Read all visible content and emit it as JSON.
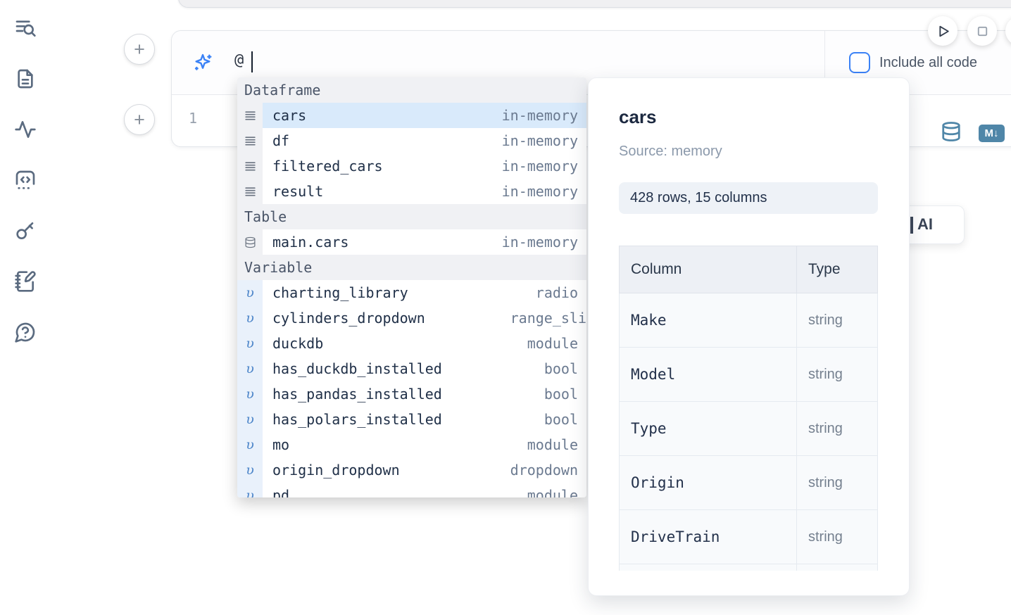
{
  "colors": {
    "accent_blue": "#3b82f6",
    "steel_blue": "#4f86a8",
    "selection_blue": "#d9eafb"
  },
  "sidebar": {
    "items": [
      {
        "icon": "list-search-icon"
      },
      {
        "icon": "file-text-icon"
      },
      {
        "icon": "activity-icon"
      },
      {
        "icon": "code-box-icon"
      },
      {
        "icon": "key-icon"
      },
      {
        "icon": "notebook-pen-icon"
      },
      {
        "icon": "help-chat-icon"
      }
    ]
  },
  "cell": {
    "add_above_label": "+",
    "add_below_label": "+",
    "ai_prompt": {
      "value": "@",
      "icon": "sparkles-icon"
    },
    "include_all_code": {
      "label": "Include all code",
      "checked": false
    },
    "line_number": "1",
    "markdown_badge": "M↓",
    "run_icon": "play-icon",
    "stop_icon": "square-icon",
    "database_icon": "database-icon"
  },
  "autocomplete": {
    "sections": [
      {
        "label": "Dataframe",
        "items": [
          {
            "icon": "dataframe-icon",
            "name": "cars",
            "type": "in-memory",
            "selected": true
          },
          {
            "icon": "dataframe-icon",
            "name": "df",
            "type": "in-memory"
          },
          {
            "icon": "dataframe-icon",
            "name": "filtered_cars",
            "type": "in-memory"
          },
          {
            "icon": "dataframe-icon",
            "name": "result",
            "type": "in-memory"
          }
        ]
      },
      {
        "label": "Table",
        "items": [
          {
            "icon": "database-icon",
            "name": "main.cars",
            "type": "in-memory"
          }
        ]
      },
      {
        "label": "Variable",
        "items": [
          {
            "icon": "variable-icon",
            "name": "charting_library",
            "type": "radio"
          },
          {
            "icon": "variable-icon",
            "name": "cylinders_dropdown",
            "type": "range_sli",
            "clip": true
          },
          {
            "icon": "variable-icon",
            "name": "duckdb",
            "type": "module"
          },
          {
            "icon": "variable-icon",
            "name": "has_duckdb_installed",
            "type": "bool"
          },
          {
            "icon": "variable-icon",
            "name": "has_pandas_installed",
            "type": "bool"
          },
          {
            "icon": "variable-icon",
            "name": "has_polars_installed",
            "type": "bool"
          },
          {
            "icon": "variable-icon",
            "name": "mo",
            "type": "module"
          },
          {
            "icon": "variable-icon",
            "name": "origin_dropdown",
            "type": "dropdown"
          },
          {
            "icon": "variable-icon",
            "name": "pd",
            "type": "module"
          }
        ]
      }
    ]
  },
  "preview": {
    "title": "cars",
    "source_label": "Source: memory",
    "shape_badge": "428 rows, 15 columns",
    "table": {
      "headers": [
        "Column",
        "Type"
      ],
      "rows": [
        [
          "Make",
          "string"
        ],
        [
          "Model",
          "string"
        ],
        [
          "Type",
          "string"
        ],
        [
          "Origin",
          "string"
        ],
        [
          "DriveTrain",
          "string"
        ]
      ],
      "partial_next_row": true
    }
  },
  "ai_button": {
    "visible_label": "AI"
  }
}
